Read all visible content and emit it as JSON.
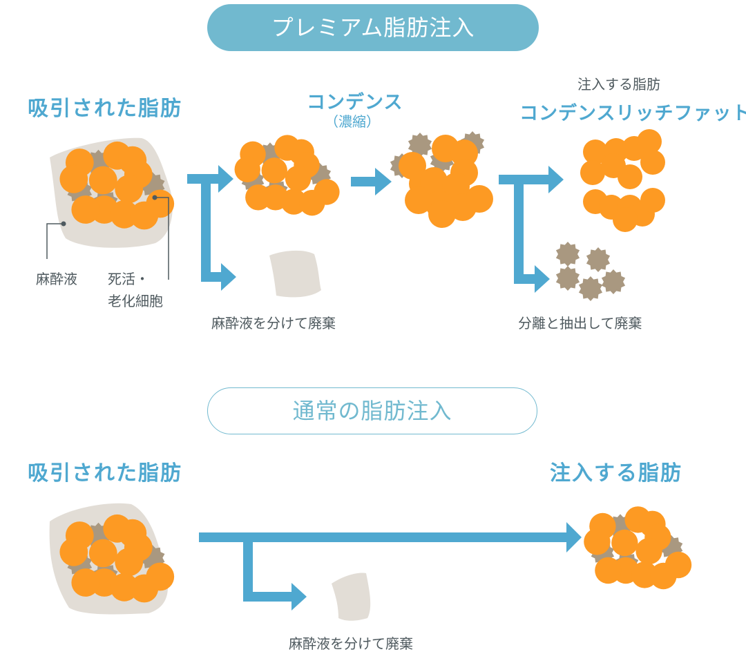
{
  "premium": {
    "title": "プレミアム脂肪注入",
    "stage1_heading": "吸引された脂肪",
    "stage2_heading": "コンデンス",
    "stage2_sub": "（濃縮）",
    "stage3_caption": "注入する脂肪",
    "stage3_heading": "コンデンスリッチファット",
    "label_anesthetic": "麻酔液",
    "label_dead_cells_line1": "死活・",
    "label_dead_cells_line2": "老化細胞",
    "discard_anesthetic": "麻酔液を分けて廃棄",
    "discard_cells": "分離と抽出して廃棄"
  },
  "normal": {
    "title": "通常の脂肪注入",
    "stage1_heading": "吸引された脂肪",
    "stage2_heading": "注入する脂肪",
    "discard_anesthetic": "麻酔液を分けて廃棄"
  },
  "colors": {
    "accent_blue": "#4fa8d0",
    "pill_blue": "#71b9cf",
    "fat_orange": "#fd9a23",
    "dead_cell_brown": "#a99880",
    "anesthetic_beige": "#e2ddd6",
    "label_gray": "#4f5a5f"
  }
}
